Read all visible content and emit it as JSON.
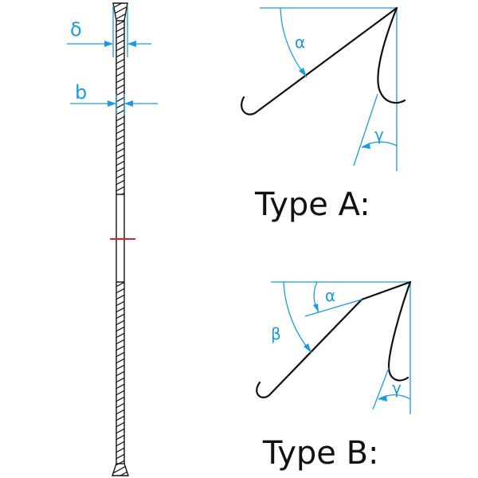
{
  "labels": {
    "delta": "δ",
    "b": "b",
    "type_a_alpha": "α",
    "type_a_gamma": "γ",
    "type_a_title": "Type A:",
    "type_b_alpha": "α",
    "type_b_beta": "β",
    "type_b_gamma": "γ",
    "type_b_title": "Type B:"
  },
  "colors": {
    "dimension": "#1a9be0",
    "outline": "#111111",
    "centerline": "#e02020",
    "background": "#ffffff"
  }
}
